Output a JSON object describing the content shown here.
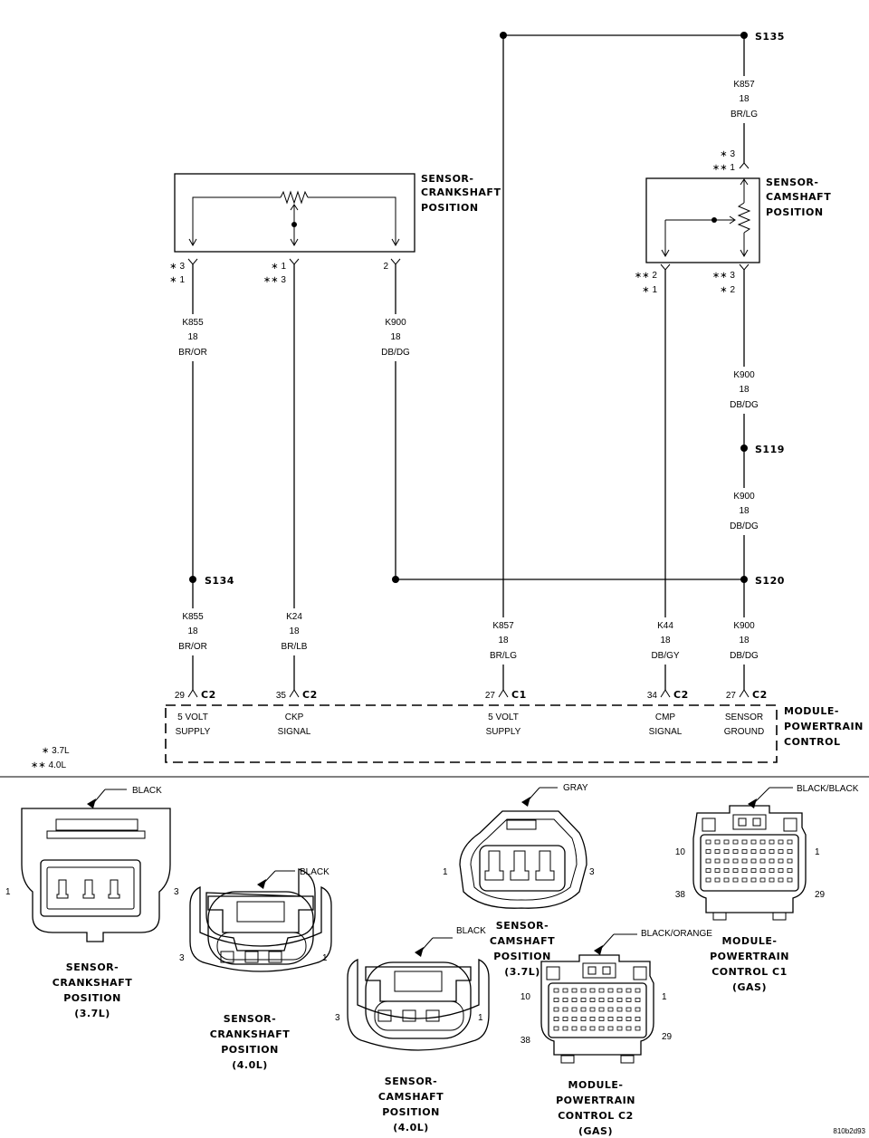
{
  "legend": {
    "single": "∗ 3.7L",
    "double": "∗∗ 4.0L"
  },
  "splices": {
    "s135": "S135",
    "s119": "S119",
    "s120": "S120",
    "s134": "S134"
  },
  "components": {
    "ckp_sensor": [
      "SENSOR-",
      "CRANKSHAFT",
      "POSITION"
    ],
    "cmp_sensor": [
      "SENSOR-",
      "CAMSHAFT",
      "POSITION"
    ],
    "pcm": [
      "MODULE-",
      "POWERTRAIN",
      "CONTROL"
    ]
  },
  "wires": {
    "k857_top": {
      "circuit": "K857",
      "gauge": "18",
      "color": "BR/LG"
    },
    "k855_top": {
      "circuit": "K855",
      "gauge": "18",
      "color": "BR/OR"
    },
    "k900_ckp": {
      "circuit": "K900",
      "gauge": "18",
      "color": "DB/DG"
    },
    "k900_cmp": {
      "circuit": "K900",
      "gauge": "18",
      "color": "DB/DG"
    },
    "k900_mid": {
      "circuit": "K900",
      "gauge": "18",
      "color": "DB/DG"
    },
    "k855_bot": {
      "circuit": "K855",
      "gauge": "18",
      "color": "BR/OR"
    },
    "k24": {
      "circuit": "K24",
      "gauge": "18",
      "color": "BR/LB"
    },
    "k857_bot": {
      "circuit": "K857",
      "gauge": "18",
      "color": "BR/LG"
    },
    "k44": {
      "circuit": "K44",
      "gauge": "18",
      "color": "DB/GY"
    },
    "k900_bot": {
      "circuit": "K900",
      "gauge": "18",
      "color": "DB/DG"
    }
  },
  "sensor_pins": {
    "ckp_a": [
      "∗ 3",
      "∗ 1"
    ],
    "ckp_b": [
      "∗ 1",
      "∗∗ 3"
    ],
    "ckp_c": "2",
    "cmp_top": [
      "∗ 3",
      "∗∗ 1"
    ],
    "cmp_a": [
      "∗∗ 2",
      "∗ 1"
    ],
    "cmp_b": [
      "∗∗ 3",
      "∗ 2"
    ]
  },
  "pcm_pins": [
    {
      "pin": "29",
      "conn": "C2",
      "label": [
        "5 VOLT",
        "SUPPLY"
      ]
    },
    {
      "pin": "35",
      "conn": "C2",
      "label": [
        "CKP",
        "SIGNAL"
      ]
    },
    {
      "pin": "27",
      "conn": "C1",
      "label": [
        "5 VOLT",
        "SUPPLY"
      ]
    },
    {
      "pin": "34",
      "conn": "C2",
      "label": [
        "CMP",
        "SIGNAL"
      ]
    },
    {
      "pin": "27",
      "conn": "C2",
      "label": [
        "SENSOR",
        "GROUND"
      ]
    }
  ],
  "connectors": {
    "ckp37": {
      "color": "BLACK",
      "pin_left": "1",
      "pin_right": "3",
      "name": [
        "SENSOR-",
        "CRANKSHAFT",
        "POSITION",
        "(3.7L)"
      ]
    },
    "ckp40": {
      "color": "BLACK",
      "pin_left": "3",
      "pin_right": "1",
      "name": [
        "SENSOR-",
        "CRANKSHAFT",
        "POSITION",
        "(4.0L)"
      ]
    },
    "cmp40": {
      "color": "BLACK",
      "pin_left": "3",
      "pin_right": "1",
      "name": [
        "SENSOR-",
        "CAMSHAFT",
        "POSITION",
        "(4.0L)"
      ]
    },
    "cmp37": {
      "color": "GRAY",
      "pin_left": "1",
      "pin_right": "3",
      "name": [
        "SENSOR-",
        "CAMSHAFT",
        "POSITION",
        "(3.7L)"
      ]
    },
    "pcm_c2": {
      "color": "BLACK/ORANGE",
      "pins": [
        "10",
        "1",
        "38",
        "29"
      ],
      "name": [
        "MODULE-",
        "POWERTRAIN",
        "CONTROL C2",
        "(GAS)"
      ]
    },
    "pcm_c1": {
      "color": "BLACK/BLACK",
      "pins": [
        "10",
        "1",
        "38",
        "29"
      ],
      "name": [
        "MODULE-",
        "POWERTRAIN",
        "CONTROL C1",
        "(GAS)"
      ]
    }
  },
  "figure_id": "810b2d93"
}
